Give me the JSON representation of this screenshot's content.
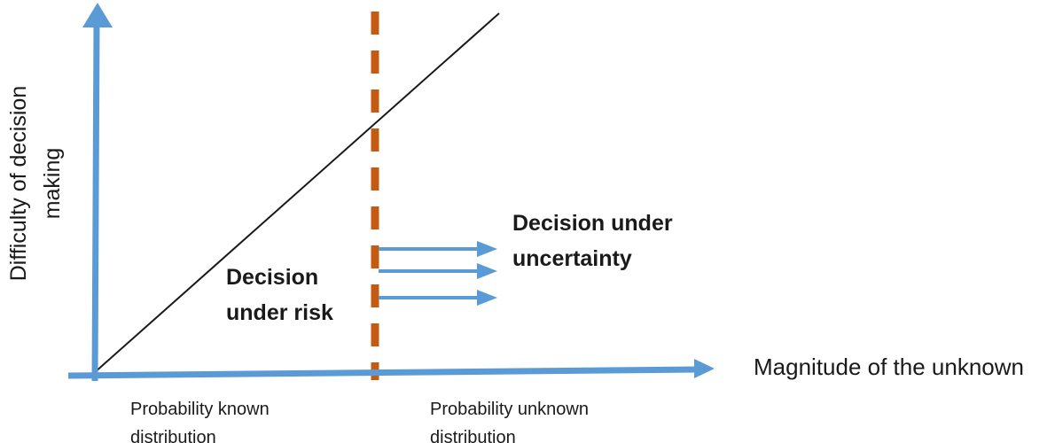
{
  "colors": {
    "axis_blue": "#5B9BD5",
    "divider_orange": "#C55A11",
    "line_black": "#1a1a1a"
  },
  "axes": {
    "y_label_line1": "Difficulty of decision",
    "y_label_line2": "making",
    "x_label": "Magnitude of the unknown"
  },
  "regions": {
    "risk_line1": "Decision",
    "risk_line2": "under risk",
    "uncertainty_line1": "Decision under",
    "uncertainty_line2": "uncertainty"
  },
  "footnotes": {
    "known_line1": "Probability known",
    "known_line2": "distribution",
    "unknown_line1": "Probability unknown",
    "unknown_line2": "distribution"
  }
}
